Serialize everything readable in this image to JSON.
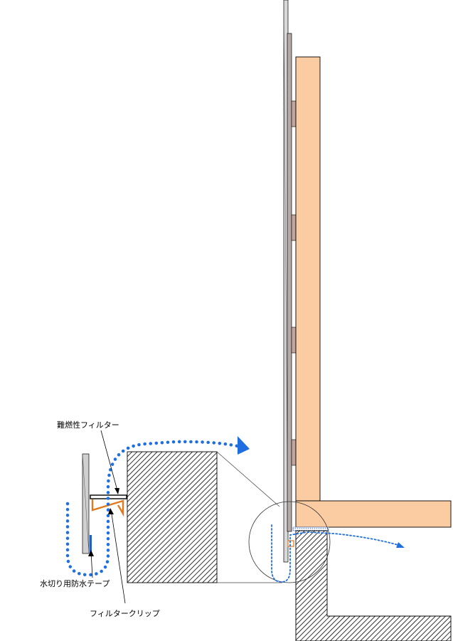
{
  "labels": {
    "fire_filter": "難燃性フィルター",
    "waterproof_tape": "水切り用防水テープ",
    "filter_clip": "フィルタークリップ"
  },
  "colors": {
    "wood": "#FBCBA1",
    "wood_stroke": "#000000",
    "siding": "#B7ABA9",
    "batten": "#BFA6A0",
    "hatch": "#000000",
    "airflow": "#1F6FE0",
    "clip": "#E07A1F",
    "tape": "#1F5FC8",
    "filter_mesh": "#6A8FD8"
  },
  "icons": {
    "airflow_arrow": "arrowhead",
    "detail_callout": "magnifier-circle"
  }
}
